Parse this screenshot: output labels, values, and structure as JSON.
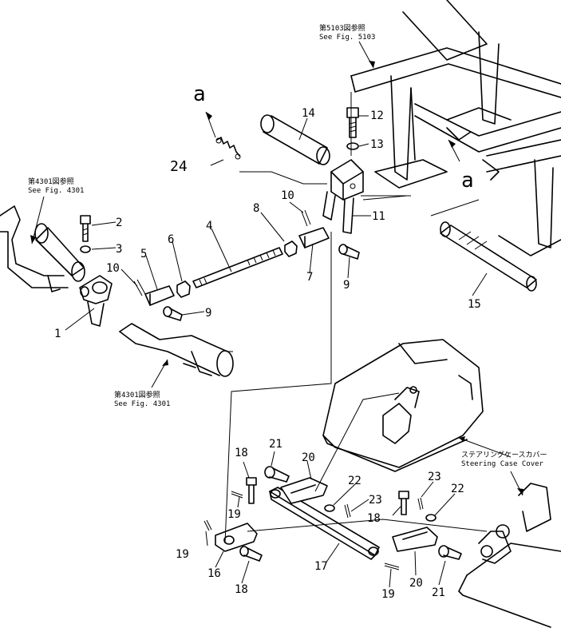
{
  "references": {
    "fig5103_jp": "第5103図参照",
    "fig5103_en": "See Fig. 5103",
    "fig4301_top_jp": "第4301図参照",
    "fig4301_top_en": "See Fig. 4301",
    "fig4301_bottom_jp": "第4301図参照",
    "fig4301_bottom_en": "See Fig. 4301",
    "steering_jp": "ステアリングケースカバー",
    "steering_en": "Steering Case Cover"
  },
  "markers": {
    "a_top": "a",
    "a_right": "a"
  },
  "part_numbers": {
    "p1": "1",
    "p2": "2",
    "p3": "3",
    "p4": "4",
    "p5": "5",
    "p6": "6",
    "p7": "7",
    "p8": "8",
    "p9a": "9",
    "p9b": "9",
    "p10a": "10",
    "p10b": "10",
    "p11": "11",
    "p12": "12",
    "p13": "13",
    "p14": "14",
    "p15": "15",
    "p16": "16",
    "p17": "17",
    "p18a": "18",
    "p18b": "18",
    "p18c": "18",
    "p19a": "19",
    "p19b": "19",
    "p19c": "19",
    "p20a": "20",
    "p20b": "20",
    "p21a": "21",
    "p21b": "21",
    "p22a": "22",
    "p22b": "22",
    "p23a": "23",
    "p23b": "23",
    "p24": "24"
  }
}
